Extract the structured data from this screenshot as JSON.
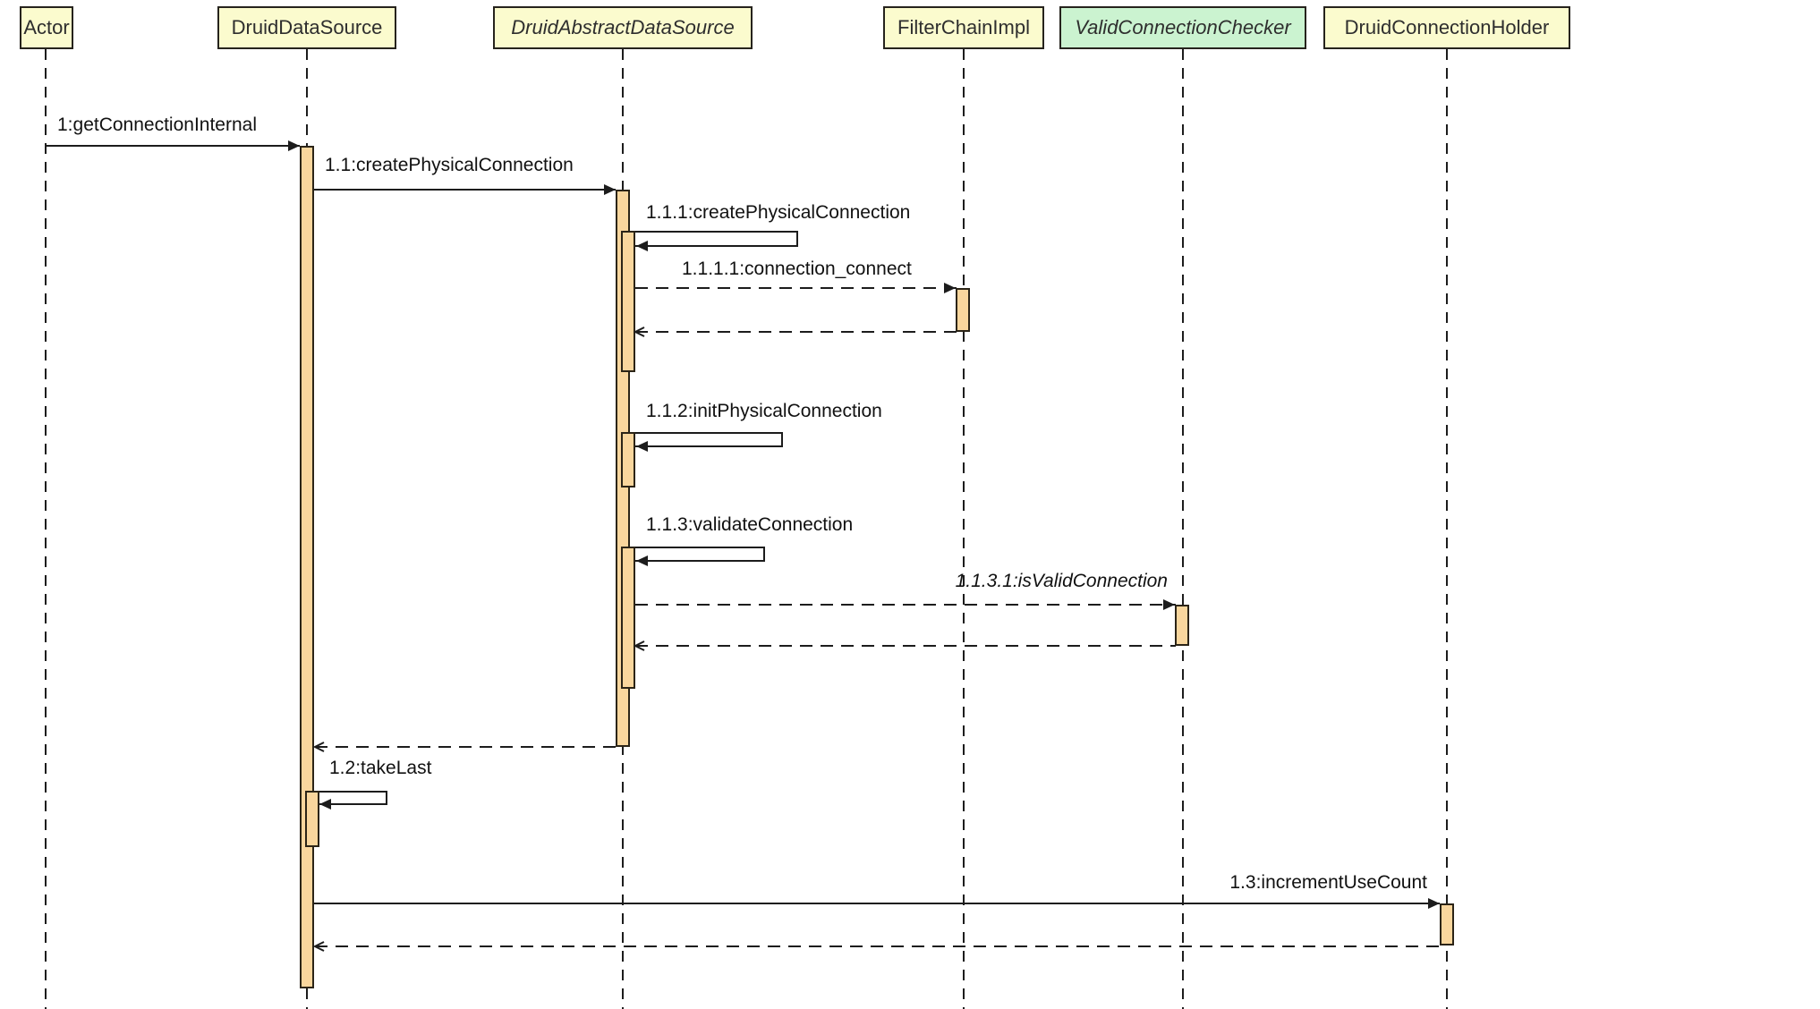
{
  "diagram": {
    "type": "uml-sequence-diagram",
    "participants": [
      {
        "name": "Actor",
        "fill": "#fbfbce",
        "italic": false
      },
      {
        "name": "DruidDataSource",
        "fill": "#fbfbce",
        "italic": false
      },
      {
        "name": "DruidAbstractDataSource",
        "fill": "#fbfbce",
        "italic": true
      },
      {
        "name": "FilterChainImpl",
        "fill": "#fbfbce",
        "italic": false
      },
      {
        "name": "ValidConnectionChecker",
        "fill": "#cbf3d0",
        "italic": true
      },
      {
        "name": "DruidConnectionHolder",
        "fill": "#fbfbce",
        "italic": false
      }
    ],
    "messages": [
      {
        "label": "1:getConnectionInternal",
        "from": "Actor",
        "to": "DruidDataSource",
        "kind": "sync"
      },
      {
        "label": "1.1:createPhysicalConnection",
        "from": "DruidDataSource",
        "to": "DruidAbstractDataSource",
        "kind": "sync"
      },
      {
        "label": "1.1.1:createPhysicalConnection",
        "from": "DruidAbstractDataSource",
        "to": "DruidAbstractDataSource",
        "kind": "self"
      },
      {
        "label": "1.1.1.1:connection_connect",
        "from": "DruidAbstractDataSource",
        "to": "FilterChainImpl",
        "kind": "dashed"
      },
      {
        "label": "1.1.2:initPhysicalConnection",
        "from": "DruidAbstractDataSource",
        "to": "DruidAbstractDataSource",
        "kind": "self"
      },
      {
        "label": "1.1.3:validateConnection",
        "from": "DruidAbstractDataSource",
        "to": "DruidAbstractDataSource",
        "kind": "self"
      },
      {
        "label": "1.1.3.1:isValidConnection",
        "from": "DruidAbstractDataSource",
        "to": "ValidConnectionChecker",
        "kind": "dashed",
        "italic": true
      },
      {
        "label": "1.2:takeLast",
        "from": "DruidDataSource",
        "to": "DruidDataSource",
        "kind": "self"
      },
      {
        "label": "1.3:incrementUseCount",
        "from": "DruidDataSource",
        "to": "DruidConnectionHolder",
        "kind": "sync"
      }
    ],
    "returns": [
      {
        "from": "FilterChainImpl",
        "to": "DruidAbstractDataSource",
        "kind": "dashed-return"
      },
      {
        "from": "ValidConnectionChecker",
        "to": "DruidAbstractDataSource",
        "kind": "dashed-return"
      },
      {
        "from": "DruidAbstractDataSource",
        "to": "DruidDataSource",
        "kind": "dashed-return"
      },
      {
        "from": "DruidConnectionHolder",
        "to": "DruidDataSource",
        "kind": "dashed-return"
      }
    ],
    "colors": {
      "participant_fill": "#fbfbce",
      "highlight_fill": "#cbf3d0",
      "activation_fill": "#f9d69d",
      "line": "#1c1c1c",
      "background": "#ffffff"
    }
  }
}
